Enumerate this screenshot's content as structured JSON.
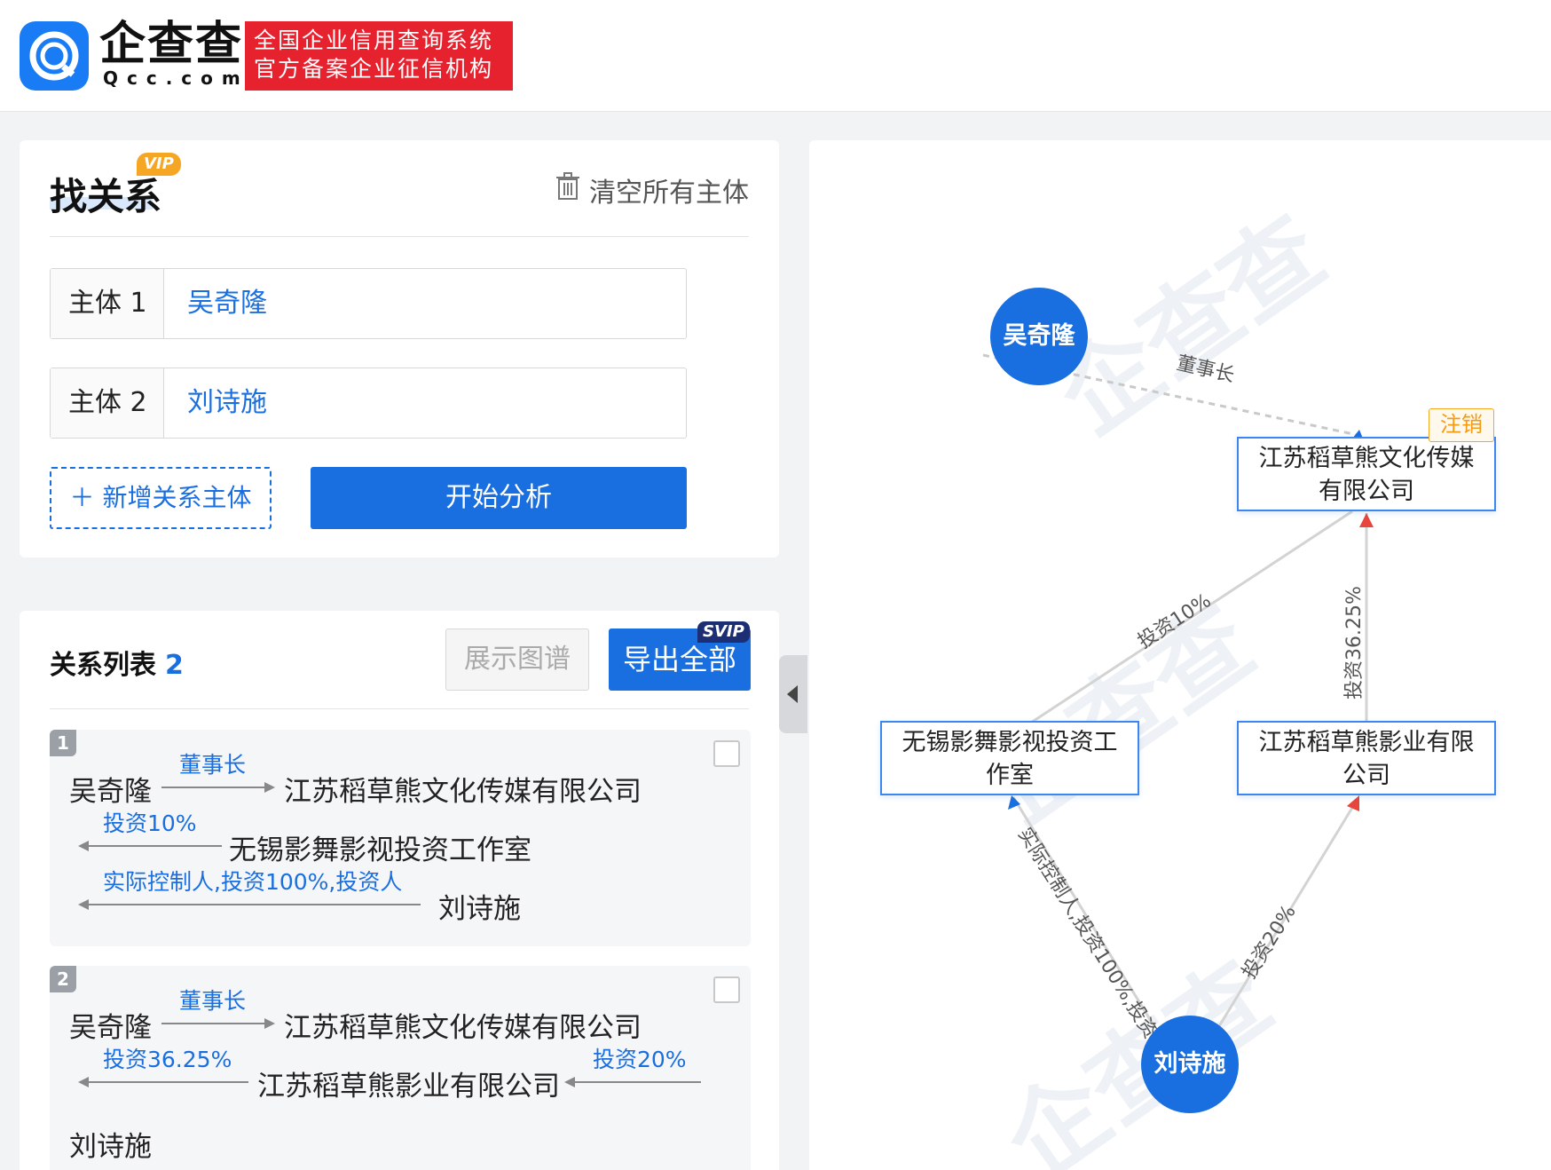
{
  "header": {
    "logo_cn": "企查查",
    "logo_en": "Qcc.com",
    "slogan_line1": "全国企业信用查询系统",
    "slogan_line2": "官方备案企业征信机构"
  },
  "finder": {
    "title": "找关系",
    "vip": "VIP",
    "clear_label": "清空所有主体",
    "entities": [
      {
        "label": "主体 1",
        "value": "吴奇隆"
      },
      {
        "label": "主体 2",
        "value": "刘诗施"
      }
    ],
    "add_label": "＋ 新增关系主体",
    "start_label": "开始分析"
  },
  "relations": {
    "title": "关系列表",
    "count": "2",
    "show_graph_label": "展示图谱",
    "export_label": "导出全部",
    "svip": "SVIP",
    "items": [
      {
        "index": "1",
        "n1": "吴奇隆",
        "e1": "董事长",
        "n2": "江苏稻草熊文化传媒有限公司",
        "e2": "投资10%",
        "n3": "无锡影舞影视投资工作室",
        "e3": "实际控制人,投资100%,投资人",
        "n4": "刘诗施"
      },
      {
        "index": "2",
        "n1": "吴奇隆",
        "e1": "董事长",
        "n2": "江苏稻草熊文化传媒有限公司",
        "e2": "投资36.25%",
        "n3": "江苏稻草熊影业有限公司",
        "e3": "投资20%",
        "n4": "刘诗施"
      }
    ]
  },
  "graph": {
    "watermark": "企查查",
    "persons": {
      "wu": "吴奇隆",
      "liu": "刘诗施"
    },
    "companies": {
      "culture_l1": "江苏稻草熊文化传媒",
      "culture_l2": "有限公司",
      "wuxi_l1": "无锡影舞影视投资工",
      "wuxi_l2": "作室",
      "film_l1": "江苏稻草熊影业有限",
      "film_l2": "公司"
    },
    "badge": "注销",
    "edges": {
      "chairman": "董事长",
      "inv10": "投资10%",
      "inv3625": "投资36.25%",
      "controller": "实际控制人,投资100%,投资",
      "inv20": "投资20%"
    },
    "colors": {
      "accent": "#1a6fe0",
      "edge": "#d3d3d3",
      "cancel": "#f5a623",
      "arrow_red": "#e8453c"
    }
  }
}
